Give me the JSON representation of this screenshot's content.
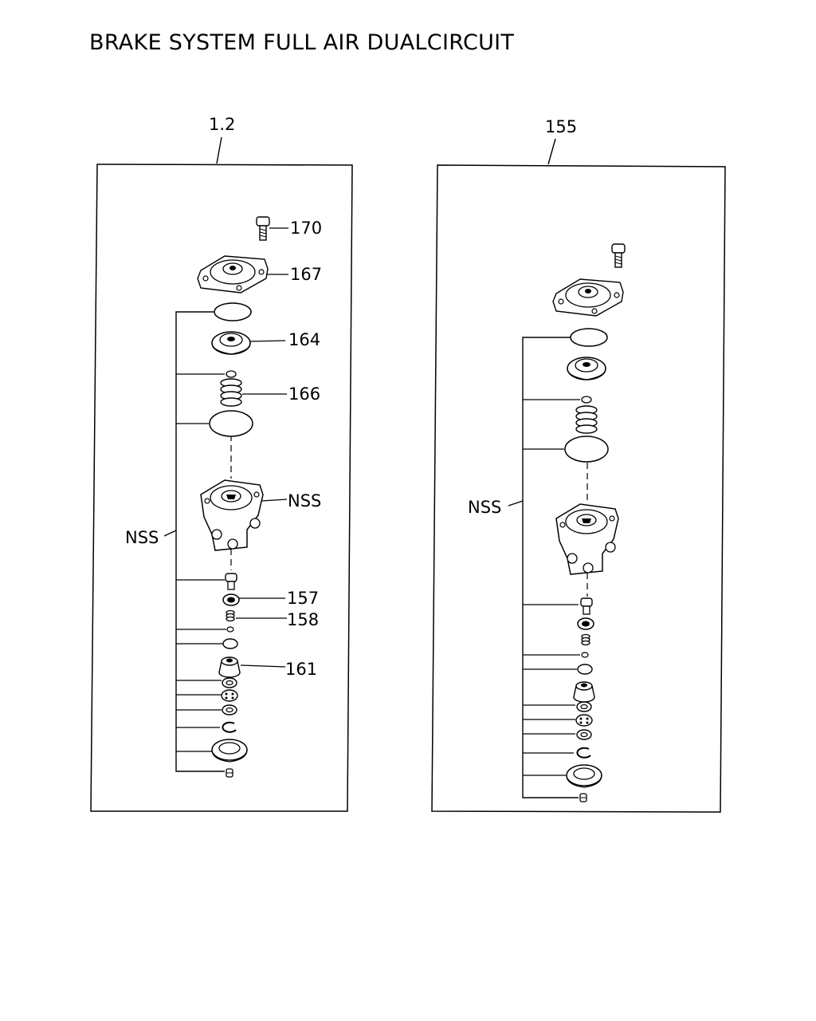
{
  "title": "BRAKE SYSTEM FULL AIR DUALCIRCUIT",
  "panels": [
    {
      "assembly_ref": "1.2",
      "group_label": "NSS",
      "callouts": [
        {
          "part": "170",
          "text": "170"
        },
        {
          "part": "167",
          "text": "167"
        },
        {
          "part": "164",
          "text": "164"
        },
        {
          "part": "166",
          "text": "166"
        },
        {
          "part": "body",
          "text": "NSS"
        },
        {
          "part": "157",
          "text": "157"
        },
        {
          "part": "158",
          "text": "158"
        },
        {
          "part": "161",
          "text": "161"
        }
      ]
    },
    {
      "assembly_ref": "155",
      "group_label": "NSS",
      "callouts": []
    }
  ]
}
